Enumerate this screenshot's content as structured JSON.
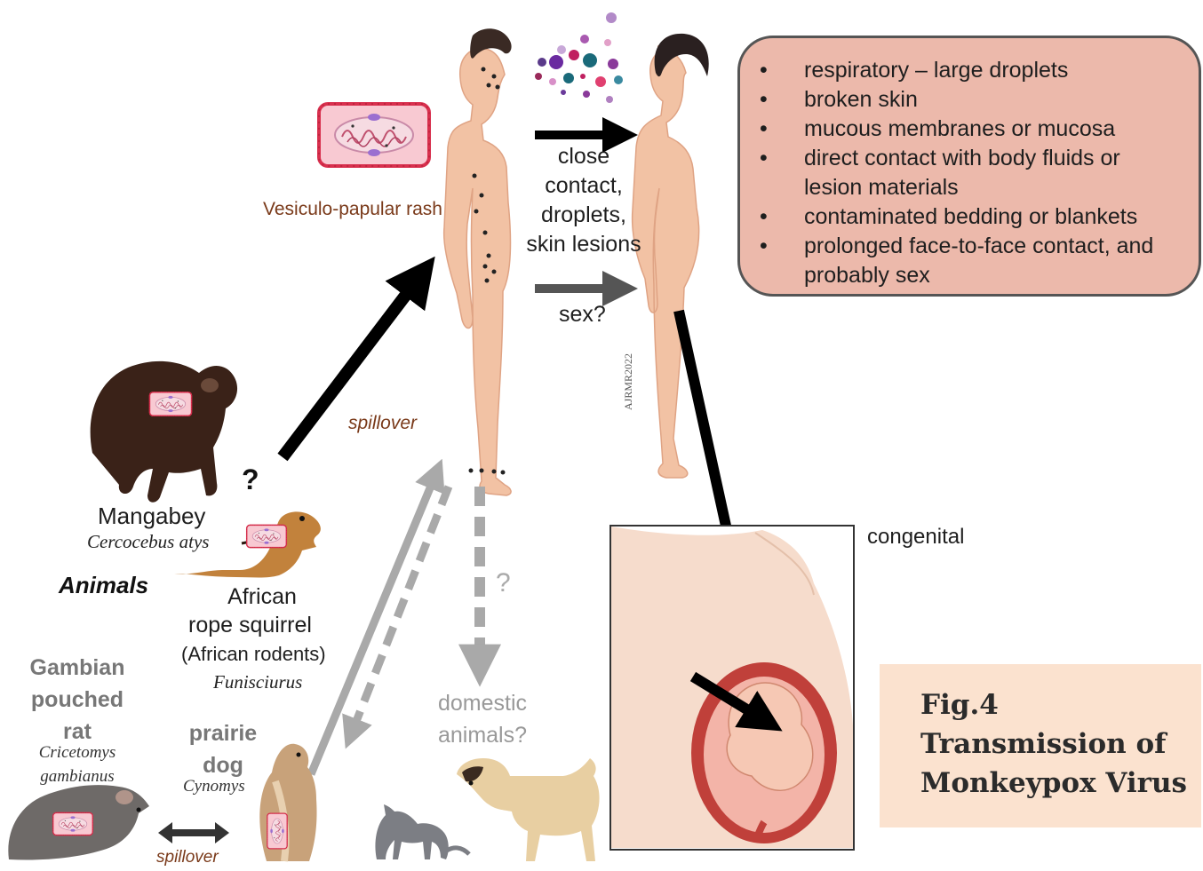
{
  "colors": {
    "skin": "#f2c2a4",
    "skin_shadow": "#dfa384",
    "bullet_box_bg": "#ecb9ab",
    "caption_bg": "#fbe2cf",
    "virion_fill": "#f8c9d2",
    "virion_border": "#d8304e",
    "arrow_black": "#000000",
    "arrow_dark_gray": "#555555",
    "arrow_light_gray": "#a9a9a9",
    "brown_text": "#7a3a1a"
  },
  "icons": [
    "virion-icon",
    "human-figure-icon",
    "chimpanzee-icon",
    "squirrel-icon",
    "rat-icon",
    "prairie-dog-icon",
    "cat-icon",
    "dog-icon",
    "fetus-icon",
    "droplets-icon"
  ],
  "labels": {
    "rash": "Vesiculo-papular rash",
    "transmission_close": [
      "close",
      "contact,",
      "droplets,",
      "skin lesions"
    ],
    "sex": "sex?",
    "spillover_human": "spillover",
    "watermark": "AJRMR2022",
    "question_primate": "?",
    "question_domestic": "?",
    "congenital": "congenital",
    "domestic": [
      "domestic",
      "animals?"
    ],
    "animals_heading": "Animals",
    "spillover_rodents": "spillover"
  },
  "animals": {
    "mangabey": {
      "common": "Mangabey",
      "latin": "Cercocebus atys"
    },
    "squirrel": {
      "common": [
        "African",
        "rope squirrel",
        "(African rodents)"
      ],
      "latin": "Funisciurus"
    },
    "gambian_rat": {
      "common": [
        "Gambian",
        "pouched",
        "rat"
      ],
      "latin": [
        "Cricetomys",
        "gambianus"
      ]
    },
    "prairie_dog": {
      "common": [
        "prairie",
        "dog"
      ],
      "latin": "Cynomys"
    }
  },
  "routes": [
    "respiratory – large droplets",
    "broken skin",
    "mucous membranes or mucosa",
    "direct contact with body fluids or",
    "lesion materials",
    "contaminated bedding or blankets",
    "prolonged face-to-face contact, and",
    "probably sex"
  ],
  "route_bullets": [
    true,
    true,
    true,
    true,
    false,
    true,
    true,
    false
  ],
  "caption": {
    "line1": "Fig.4",
    "line2": "Transmission of",
    "line3": "Monkeypox Virus"
  }
}
